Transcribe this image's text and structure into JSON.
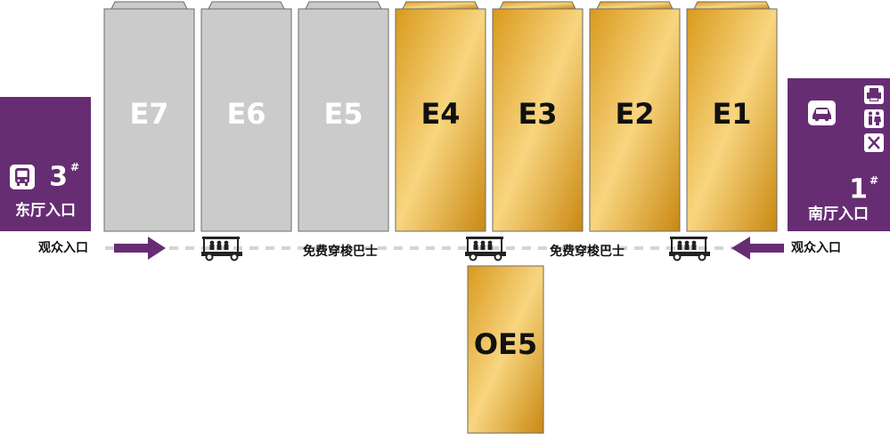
{
  "colors": {
    "purple": "#662d73",
    "gray_hall": "#cbcbcb",
    "gray_hall_label": "#ffffff",
    "gold_light": "#f6d27a",
    "gold_dark": "#c88a12",
    "gold_label": "#111111",
    "path_dash": "#d4d4d4"
  },
  "halls": [
    {
      "id": "E7",
      "label": "E7",
      "style": "gray"
    },
    {
      "id": "E6",
      "label": "E6",
      "style": "gray"
    },
    {
      "id": "E5",
      "label": "E5",
      "style": "gray"
    },
    {
      "id": "E4",
      "label": "E4",
      "style": "gold"
    },
    {
      "id": "E3",
      "label": "E3",
      "style": "gold"
    },
    {
      "id": "E2",
      "label": "E2",
      "style": "gold"
    },
    {
      "id": "E1",
      "label": "E1",
      "style": "gold"
    },
    {
      "id": "OE5",
      "label": "OE5",
      "style": "gold"
    }
  ],
  "entrances": {
    "east": {
      "number": "3",
      "sup": "#",
      "name": "东厅入口",
      "icons": [
        "bus-icon"
      ]
    },
    "south": {
      "number": "1",
      "sup": "#",
      "name": "南厅入口",
      "icons": [
        "car-icon",
        "printer-icon",
        "restroom-icon",
        "restaurant-icon"
      ]
    }
  },
  "path": {
    "visitor_entrance_left": "观众入口",
    "visitor_entrance_right": "观众入口",
    "shuttle_label_1": "免费穿梭巴士",
    "shuttle_label_2": "免费穿梭巴士",
    "shuttle_icons": [
      "shuttle-cart-icon",
      "shuttle-cart-icon",
      "shuttle-cart-icon"
    ]
  }
}
